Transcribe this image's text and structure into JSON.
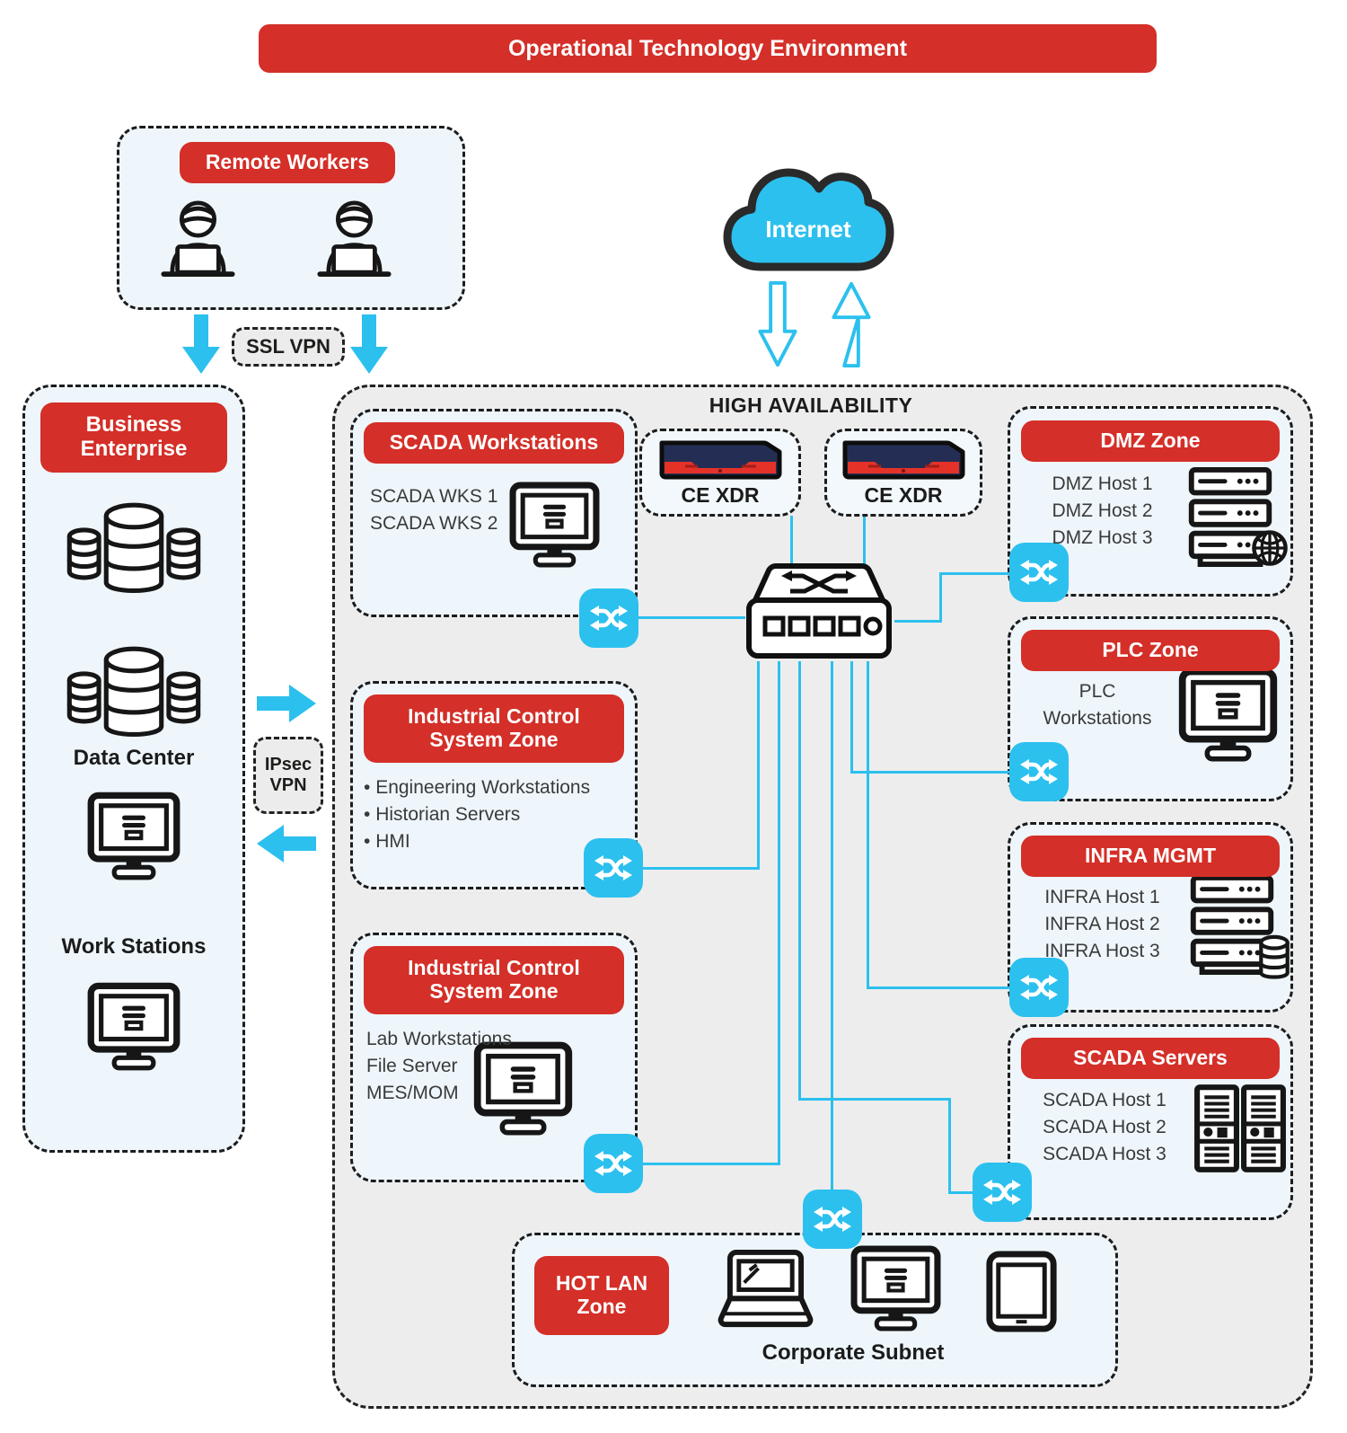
{
  "banner": {
    "title": "Operational Technology Environment"
  },
  "remote_workers": {
    "title": "Remote Workers"
  },
  "vpn": {
    "ssl": "SSL VPN",
    "ipsec_line1": "IPsec",
    "ipsec_line2": "VPN"
  },
  "business_enterprise": {
    "title": "Business Enterprise",
    "data_center_label": "Data Center",
    "work_stations_label": "Work Stations"
  },
  "internet": {
    "label": "Internet"
  },
  "ot": {
    "high_availability": "HIGH AVAILABILITY",
    "ce_xdr_1": {
      "label": "CE XDR"
    },
    "ce_xdr_2": {
      "label": "CE XDR"
    },
    "scada_workstations": {
      "title": "SCADA Workstations",
      "items": [
        "SCADA WKS 1",
        "SCADA WKS 2"
      ]
    },
    "ics_zone_top": {
      "title": "Industrial Control System Zone",
      "items": [
        "Engineering Workstations",
        "Historian Servers",
        "HMI"
      ]
    },
    "ics_zone_bottom": {
      "title": "Industrial Control System Zone",
      "items": [
        "Lab Workstations",
        "File Server",
        "MES/MOM"
      ]
    },
    "dmz_zone": {
      "title": "DMZ Zone",
      "items": [
        "DMZ Host 1",
        "DMZ Host 2",
        "DMZ Host 3"
      ]
    },
    "plc_zone": {
      "title": "PLC Zone",
      "items": [
        "PLC",
        "Workstations"
      ]
    },
    "infra_mgmt": {
      "title": "INFRA MGMT",
      "items": [
        "INFRA Host 1",
        "INFRA Host 2",
        "INFRA Host 3"
      ]
    },
    "scada_servers": {
      "title": "SCADA Servers",
      "items": [
        "SCADA Host 1",
        "SCADA Host 2",
        "SCADA Host 3"
      ]
    },
    "hot_lan": {
      "title": "HOT LAN Zone",
      "caption": "Corporate Subnet"
    }
  },
  "colors": {
    "red": "#d42f28",
    "cyan": "#2cc0ee",
    "zone_bg": "#eef6fb",
    "ot_bg": "#ededed",
    "appliance_navy": "#242e55",
    "ink": "#161616"
  }
}
